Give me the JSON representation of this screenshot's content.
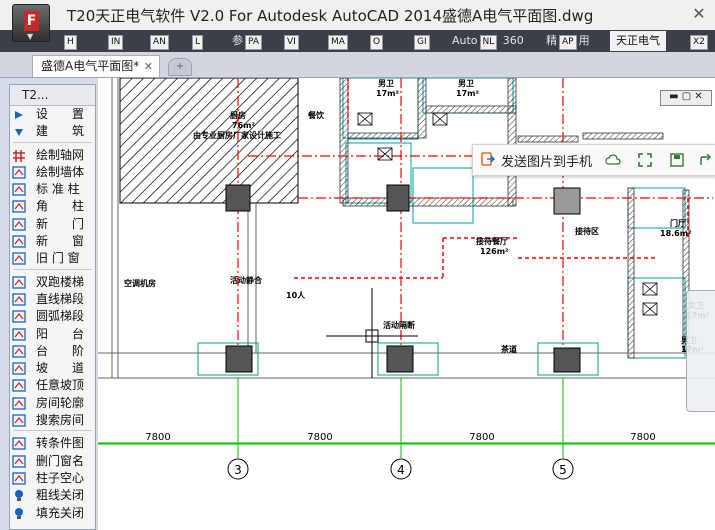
{
  "window": {
    "title": "T20天正电气软件 V2.0 For Autodesk AutoCAD 2014",
    "file": "盛德A电气平面图.dwg",
    "app_letter": "F",
    "close_glyph": "✕"
  },
  "ribbon_tabs": [
    {
      "label": "",
      "key": "H"
    },
    {
      "label": "",
      "key": "IN"
    },
    {
      "label": "",
      "key": "AN"
    },
    {
      "label": "",
      "key": "L"
    },
    {
      "label": "参",
      "key": "PA"
    },
    {
      "label": "",
      "key": "VI"
    },
    {
      "label": "",
      "key": "MA"
    },
    {
      "label": "",
      "key": "O"
    },
    {
      "label": "",
      "key": "GI"
    },
    {
      "label": "Auto",
      "key": "NL",
      "suffix": " 360"
    },
    {
      "label": "精",
      "key": "AP",
      "suffix": "用"
    },
    {
      "label": "天正电气",
      "key": ""
    },
    {
      "label": "",
      "key": "X2"
    }
  ],
  "document_tab": {
    "label": "盛德A电气平面图*",
    "close": "✕"
  },
  "palette": {
    "header": "T2...",
    "items": [
      {
        "label": "设　　置",
        "icon": "arrow-right-icon"
      },
      {
        "label": "建　　筑",
        "icon": "arrow-down-icon"
      },
      {
        "label": "绘制轴网",
        "icon": "grid-icon",
        "sep_before": true
      },
      {
        "label": "绘制墙体",
        "icon": "wall-icon"
      },
      {
        "label": "标 准 柱",
        "icon": "column-icon"
      },
      {
        "label": "角　　柱",
        "icon": "corner-column-icon"
      },
      {
        "label": "新　　门",
        "icon": "door-icon"
      },
      {
        "label": "新　　窗",
        "icon": "window-icon"
      },
      {
        "label": "旧 门 窗",
        "icon": "old-door-icon"
      },
      {
        "label": "双跑楼梯",
        "icon": "stairs-icon",
        "sep_before": true
      },
      {
        "label": "直线梯段",
        "icon": "straight-stair-icon"
      },
      {
        "label": "圆弧梯段",
        "icon": "arc-stair-icon"
      },
      {
        "label": "阳　　台",
        "icon": "balcony-icon"
      },
      {
        "label": "台　　阶",
        "icon": "steps-icon"
      },
      {
        "label": "坡　　道",
        "icon": "ramp-icon"
      },
      {
        "label": "任意坡顶",
        "icon": "roof-icon"
      },
      {
        "label": "房间轮廓",
        "icon": "room-outline-icon"
      },
      {
        "label": "搜索房间",
        "icon": "search-room-icon"
      },
      {
        "label": "转条件图",
        "icon": "convert-icon",
        "sep_before": true
      },
      {
        "label": "删门窗名",
        "icon": "delete-name-icon"
      },
      {
        "label": "柱子空心",
        "icon": "hollow-column-icon"
      },
      {
        "label": "粗线关闭",
        "icon": "bulb-icon"
      },
      {
        "label": "填充关闭",
        "icon": "bulb-icon"
      }
    ]
  },
  "context_toolbar": {
    "send_label": "发送图片到手机"
  },
  "drawing": {
    "dimensions": [
      "7800",
      "7800",
      "7800",
      "7800"
    ],
    "axes": [
      "3",
      "4",
      "5"
    ],
    "rooms": [
      {
        "label": "餐饮",
        "area": ""
      },
      {
        "label": "男卫",
        "area": "17m²"
      },
      {
        "label": "男卫",
        "area": "17m²"
      },
      {
        "label": "空调机房",
        "area": ""
      },
      {
        "label": "活动静合",
        "area": ""
      },
      {
        "label": "10人",
        "area": ""
      },
      {
        "label": "活动隔断",
        "area": ""
      },
      {
        "label": "接待餐厅",
        "area": "126m²"
      },
      {
        "label": "接待区",
        "area": ""
      },
      {
        "label": "门厅",
        "area": "18.6m²"
      },
      {
        "label": "茶道",
        "area": ""
      },
      {
        "label": "女卫",
        "area": "17m²"
      },
      {
        "label": "男卫",
        "area": "17m²"
      }
    ],
    "hatch_note": "由专业厨房厂家设计施工",
    "hatch_label": "厨房",
    "hatch_area": "76m²"
  },
  "colors": {
    "accent": "#c62828",
    "ribbon": "#3a3f48",
    "axis": "#00c000",
    "wall": "#ff0000"
  }
}
